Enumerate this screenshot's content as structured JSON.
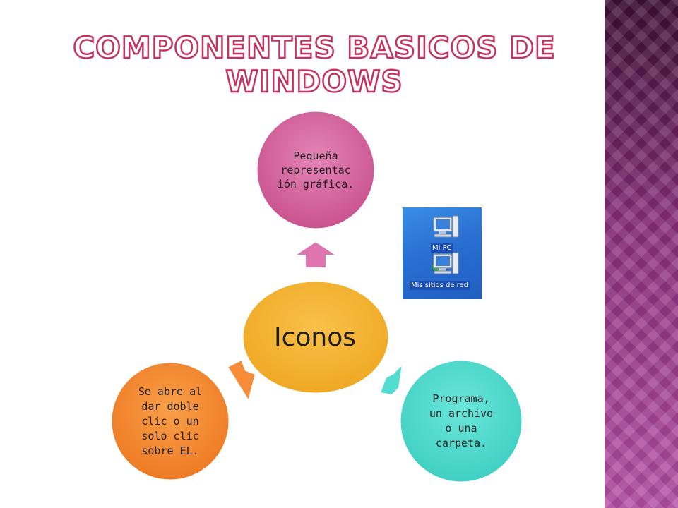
{
  "title": "COMPONENTES BASICOS DE WINDOWS",
  "colors": {
    "title_outline": "#c4325f",
    "center_fill": "#f7b534",
    "top_fill": "#d56aa3",
    "left_fill": "#f48b34",
    "right_fill": "#52dccf",
    "side_panel": "#8a2f7c"
  },
  "diagram": {
    "center": {
      "label": "Iconos"
    },
    "top": {
      "lines": [
        "Pequeña",
        "representac",
        "ión gráfica."
      ]
    },
    "right": {
      "lines": [
        "Programa,",
        "un archivo",
        "o una",
        "carpeta."
      ]
    },
    "left": {
      "lines": [
        "Se abre al",
        "dar doble",
        "clic o un",
        "solo clic",
        "sobre EL."
      ]
    }
  },
  "desktop_image": {
    "icons": [
      "computer-icon",
      "network-icon"
    ],
    "mi_pc_label": "Mi PC",
    "network_label": "Mis sitios de red"
  }
}
